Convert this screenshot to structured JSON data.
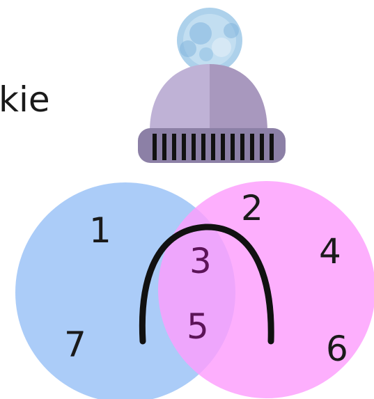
{
  "partial_text": "kie",
  "regions": {
    "left_only_top": "1",
    "right_only_top": "2",
    "overlap_top": "3",
    "right_only_mid": "4",
    "overlap_bottom": "5",
    "right_only_bottom": "6",
    "left_only_bottom": "7"
  },
  "colors": {
    "left_circle": "#9cc3f7",
    "right_circle": "#fd9efc",
    "overlap_text": "#5c1458",
    "hat_crown_left": "#bfb2d6",
    "hat_crown_right": "#a898be",
    "hat_band": "#8c80a6",
    "pompom": "#a9cfea",
    "arc": "#111111"
  },
  "icons": {
    "hat": "beanie-hat-icon",
    "arc": "arch-icon"
  }
}
